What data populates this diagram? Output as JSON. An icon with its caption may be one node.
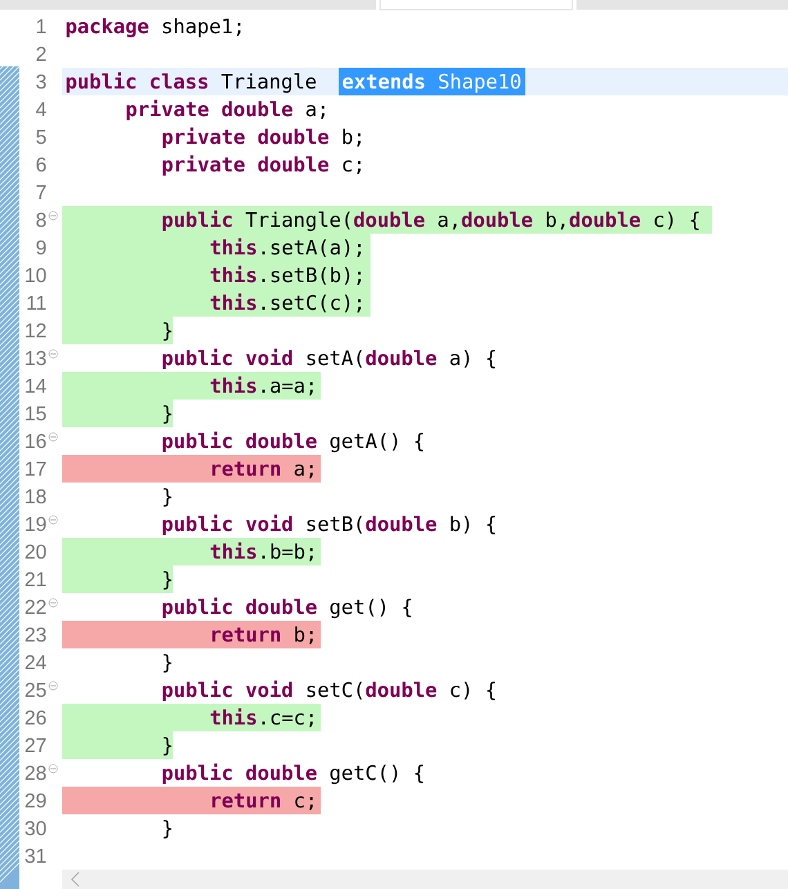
{
  "diagram": {
    "nodes": [
      {
        "text": [
          "**extends** Shape10"
        ]
      },
      {
        "text": [
          "**public** Triangle(**double** a,**double** b,**double** c) {",
          "**this**.setA(a);",
          "**this**.setB(b);",
          "**this**.setC(c);",
          "}"
        ]
      },
      {
        "text": [
          "**this**.a=a;",
          "}"
        ]
      },
      {
        "text": [
          "**return** a;"
        ]
      },
      {
        "text": [
          "**this**.b=b;",
          "}"
        ]
      },
      {
        "text": [
          "**return** b;"
        ]
      },
      {
        "text": [
          "**this**.c=c;",
          "}"
        ]
      },
      {
        "text": [
          "**return** c;"
        ]
      }
    ],
    "labels": [
      "1",
      "**package** shape1;",
      "2",
      "3",
      "**public** **class** Triangle",
      "4",
      "**private** **double** a;",
      "5",
      "**private** **double** b;",
      "6",
      "**private** **double** c;",
      "7",
      "8",
      "9",
      "10",
      "11",
      "12",
      "13",
      "**public** **void** setA(**double** a) {",
      "14",
      "15",
      "16",
      "**public** **double** getA() {",
      "17",
      "18",
      "}",
      "19",
      "**public** **void** setB(**double** b) {",
      "20",
      "21",
      "22",
      "**public** **double** get() {",
      "23",
      "24",
      "}",
      "25",
      "**public** **void** setC(**double** c) {",
      "26",
      "27",
      "28",
      "**public** **double** getC() {",
      "29",
      "30",
      "}",
      "31"
    ]
  }
}
